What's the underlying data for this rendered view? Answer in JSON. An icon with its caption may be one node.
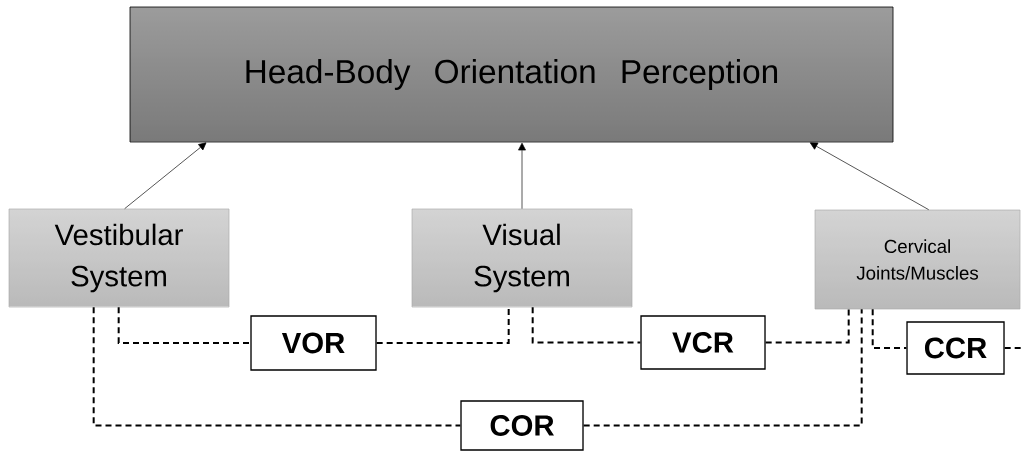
{
  "diagram": {
    "nodes": [
      {
        "text": [
          "Head-Body Orientation Perception"
        ]
      },
      {
        "text": [
          "Vestibular System"
        ]
      },
      {
        "text": [
          "Visual System"
        ]
      },
      {
        "text": [
          "Cervical Joints/Muscles"
        ]
      },
      {
        "text": [
          "VOR"
        ]
      },
      {
        "text": [
          "VCR"
        ]
      },
      {
        "text": [
          "CCR"
        ]
      },
      {
        "text": [
          "COR"
        ]
      }
    ],
    "edges": [
      {
        "from": 1,
        "to": 0,
        "arrow": "to"
      },
      {
        "from": 2,
        "to": 0,
        "arrow": "to"
      },
      {
        "from": 3,
        "to": 0,
        "arrow": "to"
      },
      {
        "from": 1,
        "to": 4,
        "arrow": "none",
        "style": "dashed"
      },
      {
        "from": 4,
        "to": 2,
        "arrow": "none",
        "style": "dashed"
      },
      {
        "from": 2,
        "to": 5,
        "arrow": "none",
        "style": "dashed"
      },
      {
        "from": 5,
        "to": 3,
        "arrow": "none",
        "style": "dashed"
      },
      {
        "from": 3,
        "to": 6,
        "arrow": "none",
        "style": "dashed"
      },
      {
        "from": 6,
        "to": null,
        "arrow": "none",
        "style": "dashed"
      },
      {
        "from": 1,
        "to": 7,
        "arrow": "none",
        "style": "dashed"
      },
      {
        "from": 7,
        "to": 3,
        "arrow": "none",
        "style": "dashed"
      }
    ]
  }
}
